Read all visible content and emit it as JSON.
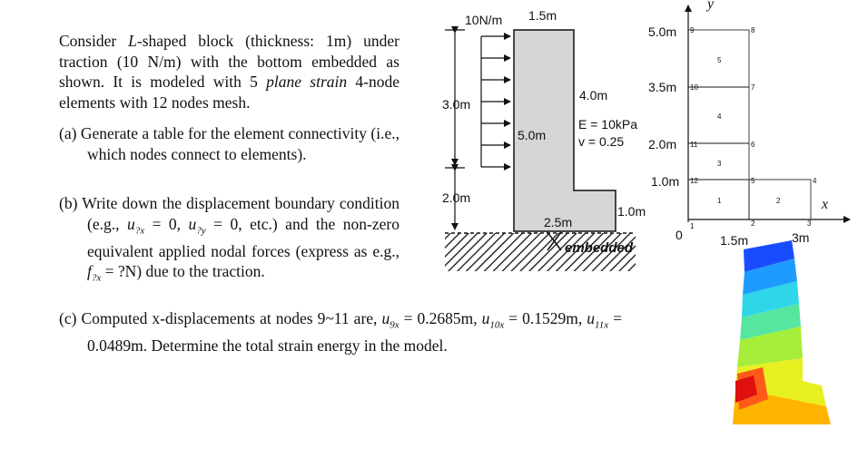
{
  "intro": {
    "p1": "Consider ",
    "p2": "L",
    "p3": "-shaped block (thickness: 1m) under traction (10 N/m) with the bottom embedded as shown. It is modeled with 5 ",
    "p4": "plane strain",
    "p5": " 4-node elements with 12 nodes mesh."
  },
  "part_a": "(a) Generate a table for the element connectivity (i.e., which nodes connect to elements).",
  "part_b": {
    "t1": "(b) Write down the displacement boundary condition (e.g., ",
    "u1": "u",
    "s1": "?x",
    "t2": " = 0, ",
    "u2": "u",
    "s2": "?y",
    "t3": " = 0, etc.) and the non-zero equivalent applied nodal forces (express as e.g., ",
    "f": "f",
    "s3": "?x",
    "t4": " = ?N) due to the traction."
  },
  "part_c": {
    "t1": "(c) Computed x-displacements at nodes 9~11 are, ",
    "u9": "u",
    "s9": "9x",
    "v9": " = 0.2685m, ",
    "u10": "u",
    "s10": "10x",
    "v10": " = 0.1529m, ",
    "u11": "u",
    "s11": "11x",
    "v11": " = 0.0489m. Determine the total strain energy in the model."
  },
  "figure1": {
    "traction": "10N/m",
    "top_width": "1.5m",
    "height_upper": "3.0m",
    "height_lower": "2.0m",
    "inner_height_4": "4.0m",
    "inner_height_5": "5.0m",
    "material_E": "E = 10kPa",
    "material_nu": "v = 0.25",
    "step_height": "1.0m",
    "bottom_width": "2.5m",
    "support": "embedded"
  },
  "figure2": {
    "axis_y": "y",
    "axis_x": "x",
    "y_ticks": [
      "5.0m",
      "3.5m",
      "2.0m",
      "1.0m",
      "0"
    ],
    "x_ticks": [
      "1.5m",
      "3m"
    ],
    "node_labels": [
      "1",
      "2",
      "3",
      "4",
      "5",
      "6",
      "7",
      "8",
      "9",
      "10",
      "11",
      "12"
    ],
    "element_labels": [
      "1",
      "2",
      "3",
      "4",
      "5"
    ]
  },
  "contour_colors": [
    "#1a4cff",
    "#1e9bff",
    "#2fd6e8",
    "#57e6a0",
    "#a6ee3a",
    "#e8f020",
    "#ffb400",
    "#ff5a1a",
    "#e01010"
  ]
}
